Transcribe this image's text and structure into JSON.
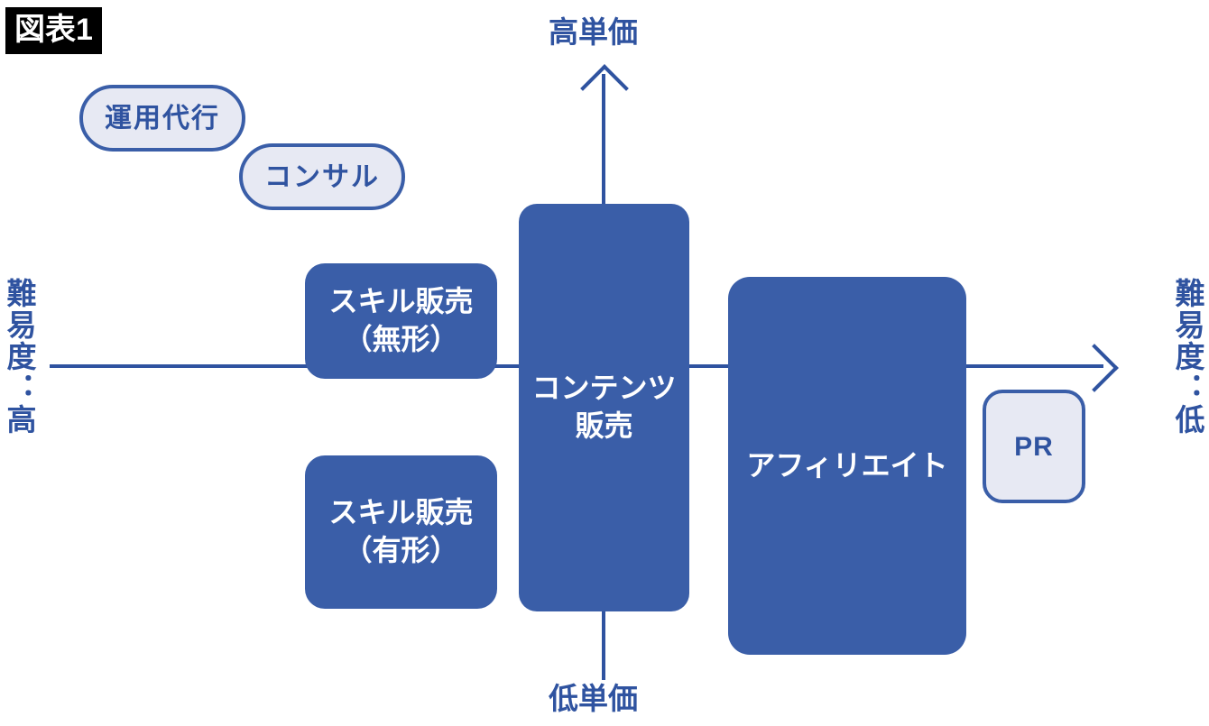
{
  "figure": {
    "badge_label": "図表1"
  },
  "axes": {
    "vertical": {
      "top_label": "高単価",
      "bottom_label": "低単価",
      "arrow": "up-arrow-icon"
    },
    "horizontal": {
      "left_label": "難易度：高",
      "right_label": "難易度：低",
      "arrow": "right-arrow-icon"
    }
  },
  "colors": {
    "accent_blue": "#3a5ea8",
    "line_blue": "#2f53a0",
    "light_fill": "#e7e9f3",
    "badge_bg": "#000000",
    "badge_text": "#ffffff",
    "solid_text": "#ffffff"
  },
  "nodes": [
    {
      "id": "unyou-daiko",
      "label": "運用代行",
      "style": "outline"
    },
    {
      "id": "consul",
      "label": "コンサル",
      "style": "outline"
    },
    {
      "id": "skill-mukei",
      "label": "スキル販売\n（無形）",
      "style": "solid"
    },
    {
      "id": "skill-yukei",
      "label": "スキル販売\n（有形）",
      "style": "solid"
    },
    {
      "id": "content",
      "label": "コンテンツ\n販売",
      "style": "solid"
    },
    {
      "id": "affiliate",
      "label": "アフィリエイト",
      "style": "solid"
    },
    {
      "id": "pr",
      "label": "PR",
      "style": "outline"
    }
  ]
}
